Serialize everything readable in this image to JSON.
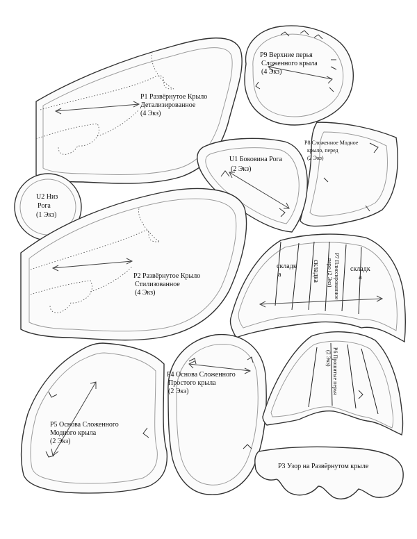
{
  "pieces": {
    "p1": {
      "title": "P1 Развёрнутое Крыло",
      "subtitle": "Детализированное",
      "count": "(4 Экз)"
    },
    "p9": {
      "title": "P9 Верхние перья",
      "subtitle": "Сложенного крыла",
      "count": "(4 Экз)"
    },
    "p8": {
      "title": "P8 Сложенное Модное",
      "subtitle": "крыло, перед",
      "count": "(2 Экз)"
    },
    "u1": {
      "title": "U1 Боковина Рога",
      "count": "(2 Экз)"
    },
    "u2": {
      "title": "U2 Низ",
      "subtitle": "Рога",
      "count": "(1 Экз)"
    },
    "p2": {
      "title": "P2 Развёрнутое Крыло",
      "subtitle": "Стилизованное",
      "count": "(4 Экз)"
    },
    "p7": {
      "fold_label_left": "складк",
      "fold_label_left_cont": "а",
      "fold_label_middle": "складка",
      "title": "P7 Плиссированное",
      "subtitle": "перо (2 Экз)",
      "fold_label_right": "складк",
      "fold_label_right_cont": "а"
    },
    "p4": {
      "title": "P4 Основа Сложенного",
      "subtitle": "Простого крыла",
      "count": "(2 Экз)"
    },
    "p6": {
      "title": "P6 Прошитые перья",
      "count": "(2 Экз)"
    },
    "p5": {
      "title": "P5 Основа Сложенного",
      "subtitle": "Модного крыла",
      "count": "(2 Экз)"
    },
    "p3": {
      "title": "P3 Узор на Развёрнутом крыле"
    }
  },
  "colors": {
    "outline": "#333333",
    "seam_line": "#9c9c9c",
    "background": "#ffffff"
  }
}
